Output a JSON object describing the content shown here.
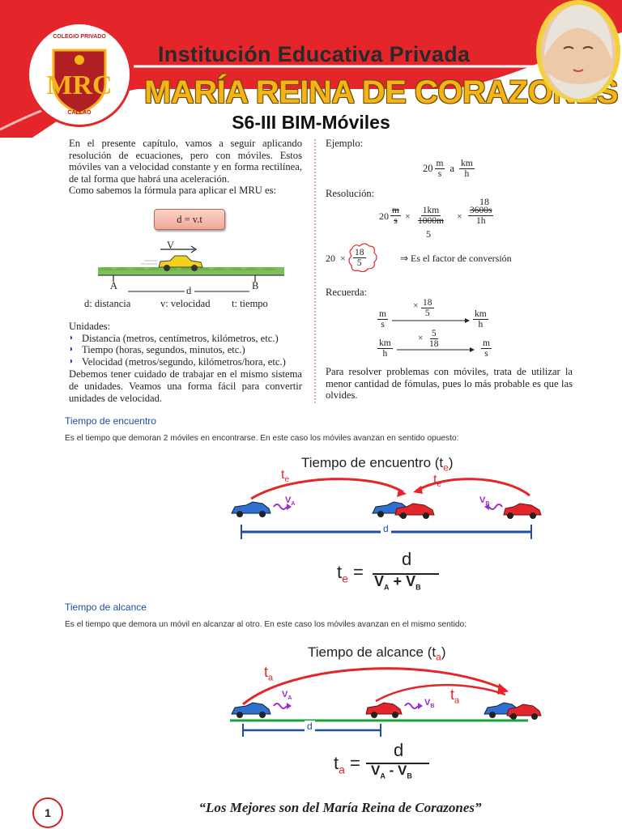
{
  "header": {
    "institution": "Institución Educativa Privada",
    "school_name": "MARÍA REINA DE CORAZONES",
    "logo_text_top": "COLEGIO PRIVADO",
    "logo_text_bottom": "CALLAO",
    "logo_monogram": "MRC",
    "accent_color": "#e4262b",
    "gold_color": "#f4b417"
  },
  "title": "S6-III BIM-Móviles",
  "left_column": {
    "intro": "En el presente capítulo, vamos a seguir aplicando resolución de ecuaciones, pero con móviles. Estos móviles van a velocidad constante y en forma rectilínea, de tal forma que habrá una aceleración.",
    "mru_line": "Como sabemos la fórmula para aplicar el MRU es:",
    "formula": "d = v.t",
    "diagram": {
      "v_label": "V",
      "a_label": "A",
      "b_label": "B",
      "d_label": "d"
    },
    "legend": {
      "d": "d: distancia",
      "v": "v: velocidad",
      "t": "t: tiempo"
    },
    "units_heading": "Unidades:",
    "units": [
      "Distancia (metros, centímetros, kilómetros, etc.)",
      "Tiempo (horas, segundos, minutos, etc.)",
      "Velocidad (metros/segundo, kilómetros/hora, etc.)"
    ],
    "closing": "Debemos tener cuidado de trabajar en el mismo sistema de unidades. Veamos una forma fácil para convertir unidades de velocidad."
  },
  "right_column": {
    "example_label": "Ejemplo:",
    "example_expr": {
      "coef": "20",
      "n1": "m",
      "d1": "s",
      "word": "a",
      "n2": "km",
      "d2": "h"
    },
    "resolution_label": "Resolución:",
    "resolution": {
      "coef": "20",
      "f1_n": "m",
      "f1_d": "s",
      "f2_n": "1km",
      "f2_d": "1000m",
      "f2_reduced": "5",
      "f3_top": "18",
      "f3_n": "3600s",
      "f3_d": "1h"
    },
    "factor": {
      "coef": "20",
      "n": "18",
      "d": "5",
      "note": "⇒ Es el factor de conversión"
    },
    "remember_label": "Recuerda:",
    "conv1": {
      "from_n": "m",
      "from_d": "s",
      "mult_n": "18",
      "mult_d": "5",
      "to_n": "km",
      "to_d": "h"
    },
    "conv2": {
      "from_n": "km",
      "from_d": "h",
      "mult_n": "5",
      "mult_d": "18",
      "to_n": "m",
      "to_d": "s"
    },
    "closing": "Para resolver problemas con móviles, trata de utilizar la menor cantidad de fómulas, pues lo más probable es que las olvides."
  },
  "encuentro": {
    "heading": "Tiempo de encuentro",
    "description": "Es el tiempo que demoran 2 móviles en encontrarse. En este caso los móviles avanzan en sentido opuesto:",
    "diagram_title": "Tiempo de encuentro (t",
    "sub_e": "e",
    "close_paren": ")",
    "te": "t",
    "va": "V",
    "vb": "V",
    "sub_a": "A",
    "sub_b": "B",
    "d": "d",
    "plus": "+"
  },
  "alcance": {
    "heading": "Tiempo de alcance",
    "description": "Es el tiempo que demora un móvil en alcanzar al otro. En este caso los móviles avanzan en el mismo sentido:",
    "diagram_title": "Tiempo de alcance (t",
    "sub_a_time": "a",
    "close_paren": ")",
    "ta": "t",
    "va": "V",
    "vb": "V",
    "sub_a": "A",
    "sub_b": "B",
    "d": "d",
    "minus": "-"
  },
  "footer": {
    "page_number": "1",
    "motto": "“Los Mejores son del María Reina de Corazones”"
  }
}
